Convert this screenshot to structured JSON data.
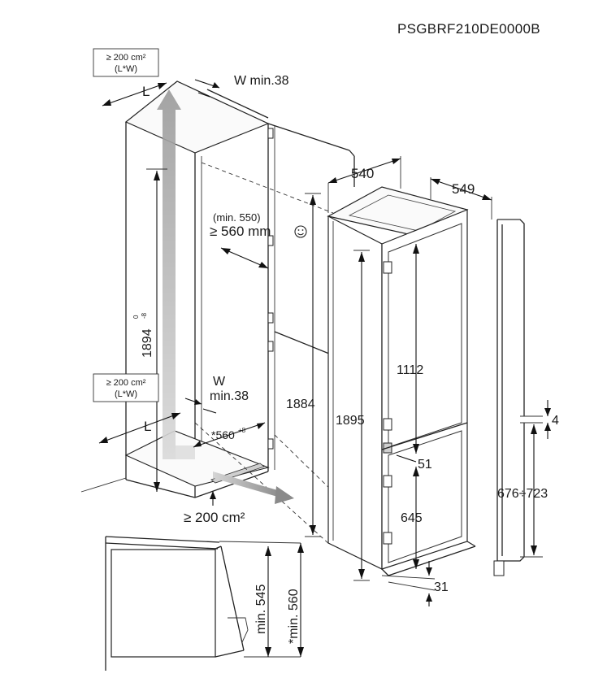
{
  "model_code": "PSGBRF210DE0000B",
  "labels": {
    "top_vent_area": "≥ 200 cm²",
    "top_vent_formula": "(L*W)",
    "top_L": "L",
    "top_W_min": "W min.38",
    "depth_540": "540",
    "depth_549": "549",
    "min_550": "(min. 550)",
    "gte_560mm": "≥ 560 mm",
    "niche_height_1894": "1894",
    "niche_tol_top": "0",
    "niche_tol_bottom": "-8",
    "mid_vent_area": "≥ 200 cm²",
    "mid_vent_formula": "(L*W)",
    "mid_W": "W",
    "mid_min38": "min.38",
    "mid_L": "L",
    "niche_width_560": "*560",
    "niche_width_tol": "+8",
    "bottom_vent": "≥ 200 cm²",
    "height_1884": "1884",
    "height_1895": "1895",
    "height_1112": "1112",
    "dim_51": "51",
    "dim_645": "645",
    "dim_31": "31",
    "dim_4": "4",
    "range_676_723": "676÷723",
    "min_545": "min. 545",
    "min_560": "*min. 560"
  },
  "icons": {
    "smiley": "smiley-icon",
    "airflow": "airflow-arrow"
  }
}
